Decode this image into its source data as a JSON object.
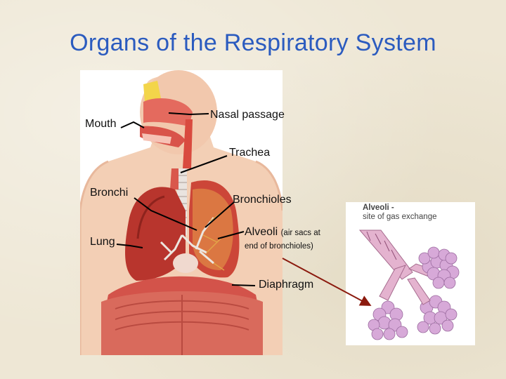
{
  "slide": {
    "title": "Organs of the Respiratory System"
  },
  "labels": {
    "mouth": "Mouth",
    "nasal_passage": "Nasal passage",
    "trachea": "Trachea",
    "bronchi": "Bronchi",
    "bronchioles": "Bronchioles",
    "lung": "Lung",
    "alveoli": "Alveoli",
    "alveoli_note_1": "(air sacs at",
    "alveoli_note_2": "end of bronchioles)",
    "diaphragm": "Diaphragm"
  },
  "inset": {
    "title_line1": "Alveoli -",
    "title_line2": "site of gas exchange"
  },
  "colors": {
    "title": "#2b5bbf",
    "leader_lines": "#000000",
    "arrow": "#8b1a0e"
  }
}
